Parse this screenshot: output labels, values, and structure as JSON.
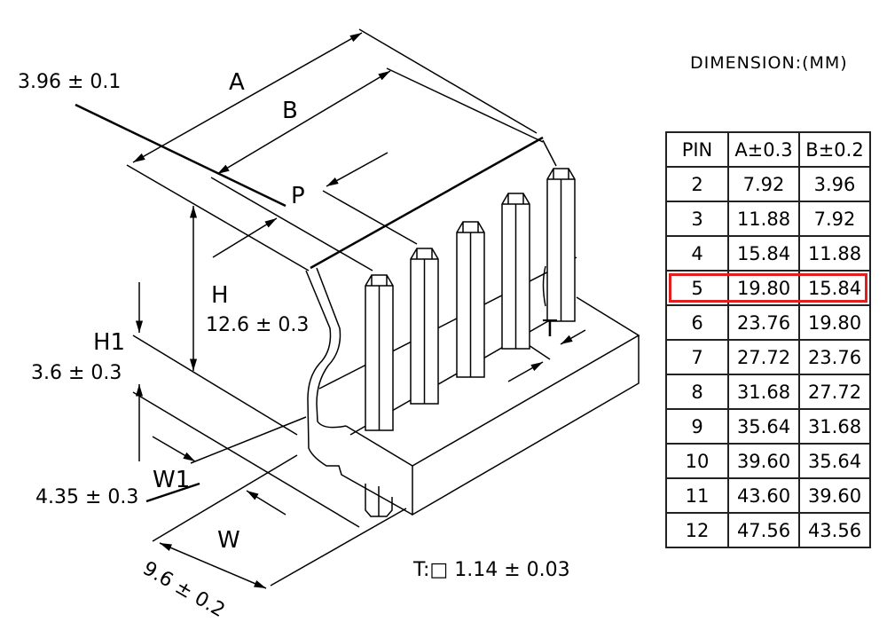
{
  "title": "DIMENSION:(MM)",
  "labels": {
    "pitch": "3.96 ± 0.1",
    "A": "A",
    "B": "B",
    "P": "P",
    "H": "H",
    "H_value": "12.6 ± 0.3",
    "H1": "H1",
    "H1_value": "3.6 ± 0.3",
    "W1": "W1",
    "W1_value": "4.35 ± 0.3",
    "W": "W",
    "W_value": "9.6 ± 0.2",
    "T": "T",
    "T_value": "T:□ 1.14 ± 0.03"
  },
  "table": {
    "headers": [
      "PIN",
      "A±0.3",
      "B±0.2"
    ],
    "highlighted_pin": "5",
    "highlight_color": "#e02020",
    "rows": [
      [
        "2",
        "7.92",
        "3.96"
      ],
      [
        "3",
        "11.88",
        "7.92"
      ],
      [
        "4",
        "15.84",
        "11.88"
      ],
      [
        "5",
        "19.80",
        "15.84"
      ],
      [
        "6",
        "23.76",
        "19.80"
      ],
      [
        "7",
        "27.72",
        "23.76"
      ],
      [
        "8",
        "31.68",
        "27.72"
      ],
      [
        "9",
        "35.64",
        "31.68"
      ],
      [
        "10",
        "39.60",
        "35.64"
      ],
      [
        "11",
        "43.60",
        "39.60"
      ],
      [
        "12",
        "47.56",
        "43.56"
      ]
    ]
  }
}
